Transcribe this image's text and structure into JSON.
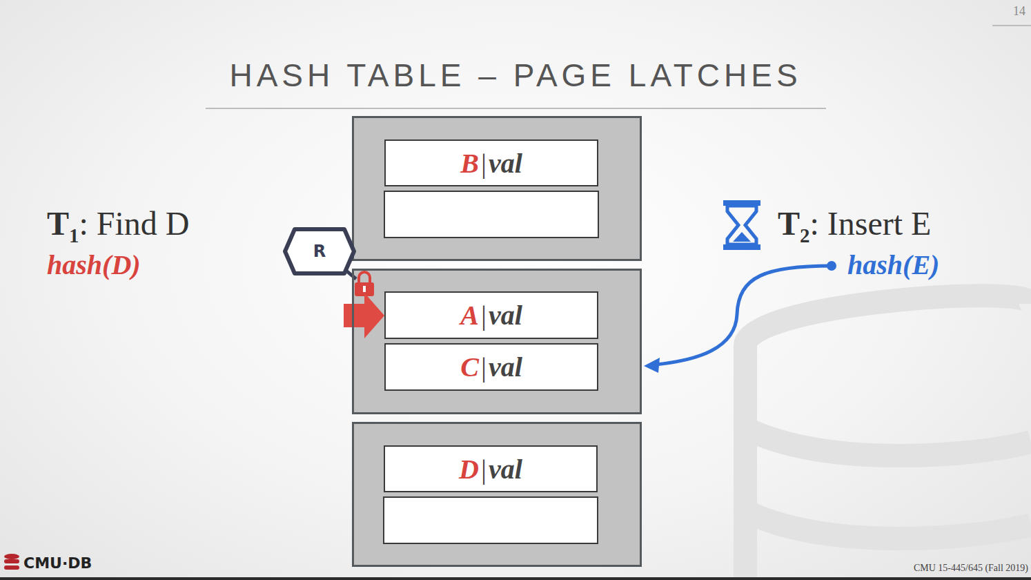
{
  "diagram": {
    "title": "HASH TABLE – PAGE LATCHES",
    "nodes": [
      {
        "text": []
      },
      {
        "text": [
          "B|val"
        ],
        "in": 0
      },
      {
        "text": [
          "R"
        ]
      },
      {
        "text": []
      },
      {
        "text": [
          "A|val"
        ],
        "in": 3
      },
      {
        "text": [
          "C|val"
        ],
        "in": 3
      },
      {
        "text": []
      },
      {
        "text": [
          "D|val"
        ],
        "in": 6
      }
    ],
    "labels": [
      "14",
      "T1: Find D",
      "hash(D)",
      "T2: Insert E",
      "hash(E)",
      "CMU·DB",
      "CMU 15-445/645 (Fall 2019)"
    ]
  }
}
